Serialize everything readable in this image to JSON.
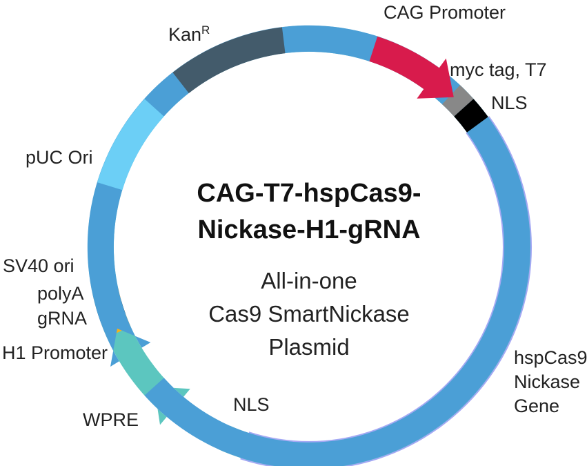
{
  "plasmid": {
    "title_line1": "CAG-T7-hspCas9-",
    "title_line2": "Nickase-H1-gRNA",
    "subtitle_line1": "All-in-one",
    "subtitle_line2": "Cas9 SmartNickase",
    "subtitle_line3": "Plasmid"
  },
  "features": [
    {
      "id": "cag-promoter",
      "label": "CAG Promoter",
      "color": "#d81b4c",
      "shape": "arrow-clockwise"
    },
    {
      "id": "myc-tag-t7",
      "label": "myc tag, T7",
      "color": "#888888",
      "shape": "band"
    },
    {
      "id": "nls-top",
      "label": "NLS",
      "color": "#000000",
      "shape": "band"
    },
    {
      "id": "hspcas9",
      "label_lines": [
        "hspCas9",
        "Nickase",
        "Gene"
      ],
      "color": "#a4a8f4",
      "shape": "band"
    },
    {
      "id": "nls-bottom",
      "label": "NLS",
      "color": "#d4d4d4",
      "shape": "band"
    },
    {
      "id": "wpre",
      "label": "WPRE",
      "color": "#5cc6bf",
      "shape": "arrow-counterclockwise"
    },
    {
      "id": "h1-promoter",
      "label": "H1 Promoter",
      "color": "#4b9fd6",
      "shape": "arrow-counterclockwise"
    },
    {
      "id": "grna",
      "label": "gRNA",
      "color": "#fbb117",
      "shape": "band"
    },
    {
      "id": "polya",
      "label": "polyA",
      "color": "#1c1c1c",
      "shape": "band"
    },
    {
      "id": "sv40-ori",
      "label": "SV40 ori",
      "color": "#f7941d",
      "shape": "band"
    },
    {
      "id": "puc-ori",
      "label": "pUC Ori",
      "color": "#6ccff6",
      "shape": "band"
    },
    {
      "id": "kanr",
      "label": "Kan",
      "superscript": "R",
      "color": "#435b6b",
      "shape": "band"
    }
  ]
}
